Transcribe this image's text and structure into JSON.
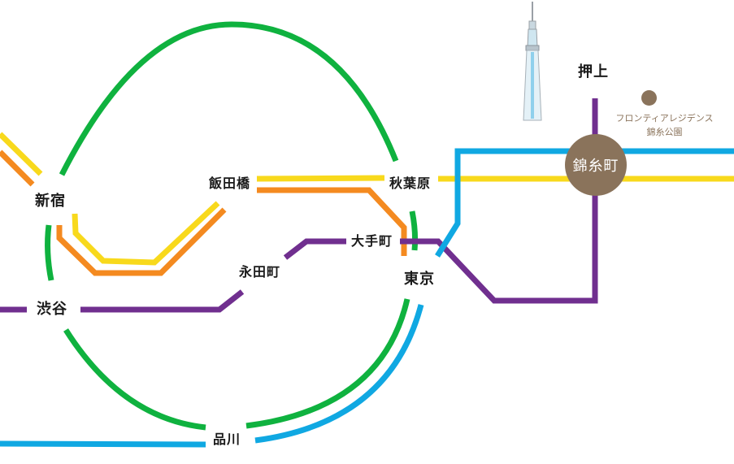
{
  "map": {
    "title": "Tokyo rail access map",
    "colors": {
      "yamanote": "#0fb23f",
      "sobu": "#f8d91c",
      "chuo": "#f48a20",
      "hanzomon": "#702f8f",
      "keihin_tohoku": "#10a8e2",
      "hub": "#8a735b",
      "poi": "#8a735b"
    },
    "stations": {
      "shinjuku": "新宿",
      "shibuya": "渋谷",
      "iidabashi": "飯田橋",
      "akihabara": "秋葉原",
      "otemachi": "大手町",
      "nagatacho": "永田町",
      "tokyo": "東京",
      "shinagawa": "品川",
      "oshiage": "押上",
      "kinshicho": "錦糸町"
    },
    "poi": {
      "name_line1": "フロンティアレジデンス",
      "name_line2": "錦糸公園"
    },
    "landmark": {
      "name": "tokyo-skytree-icon"
    }
  }
}
